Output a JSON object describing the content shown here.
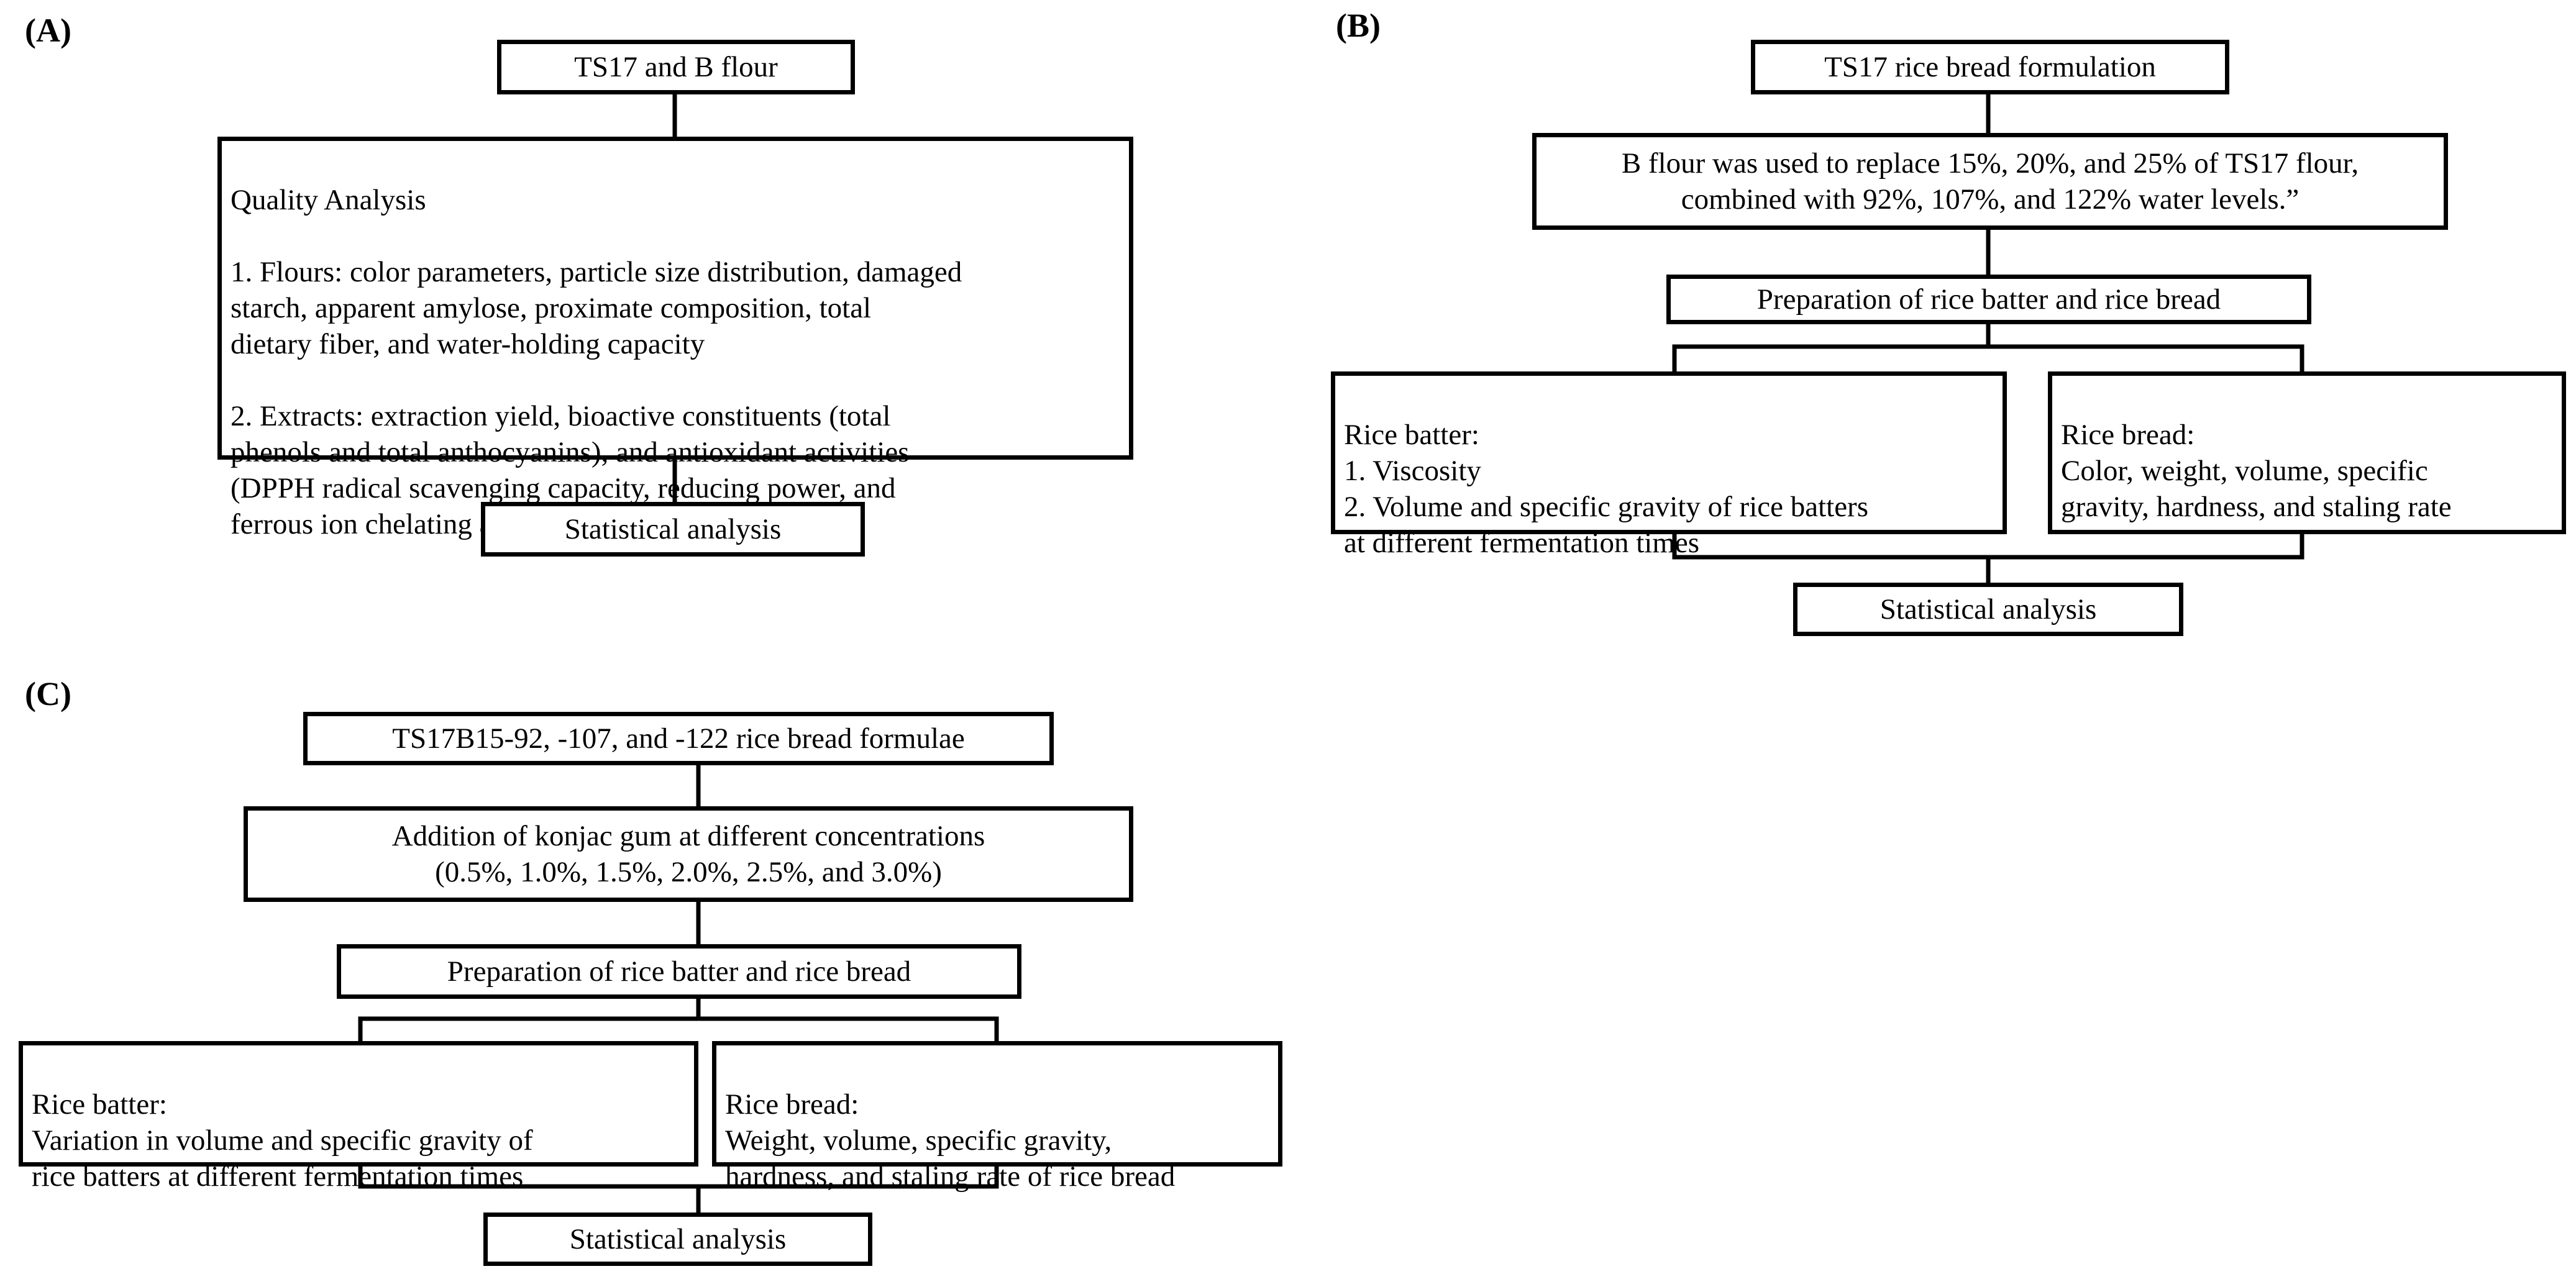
{
  "panels": {
    "a": {
      "label": "(A)",
      "start": "TS17 and B flour",
      "quality_title": "Quality Analysis",
      "quality_item1": "1. Flours: color parameters, particle size distribution, damaged\n    starch, apparent amylose, proximate composition, total\n    dietary fiber, and water-holding capacity",
      "quality_item2": "2. Extracts: extraction yield, bioactive constituents (total\n    phenols and total anthocyanins), and antioxidant activities\n    (DPPH radical scavenging capacity, reducing power, and\n    ferrous ion chelating ability)",
      "end": "Statistical analysis"
    },
    "b": {
      "label": "(B)",
      "start": "TS17 rice bread formulation",
      "replace": "B flour was used to replace 15%, 20%, and 25% of TS17 flour,\ncombined with 92%, 107%, and 122% water levels.”",
      "prep": "Preparation of rice batter and rice bread",
      "batter": "Rice batter:\n1. Viscosity\n2. Volume and specific gravity of rice batters\nat different fermentation times",
      "bread": "Rice bread:\nColor, weight, volume, specific\ngravity, hardness, and staling rate",
      "end": "Statistical analysis"
    },
    "c": {
      "label": "(C)",
      "start": "TS17B15-92, -107, and -122 rice bread formulae",
      "konjac": "Addition of konjac gum at different concentrations\n(0.5%, 1.0%, 1.5%, 2.0%, 2.5%, and 3.0%)",
      "prep": "Preparation of rice batter and rice bread",
      "batter": "Rice batter:\nVariation in volume and specific gravity of\nrice batters at different fermentation times",
      "bread": "Rice bread:\nWeight, volume, specific gravity,\nhardness, and staling rate of rice bread",
      "end": "Statistical analysis"
    }
  }
}
